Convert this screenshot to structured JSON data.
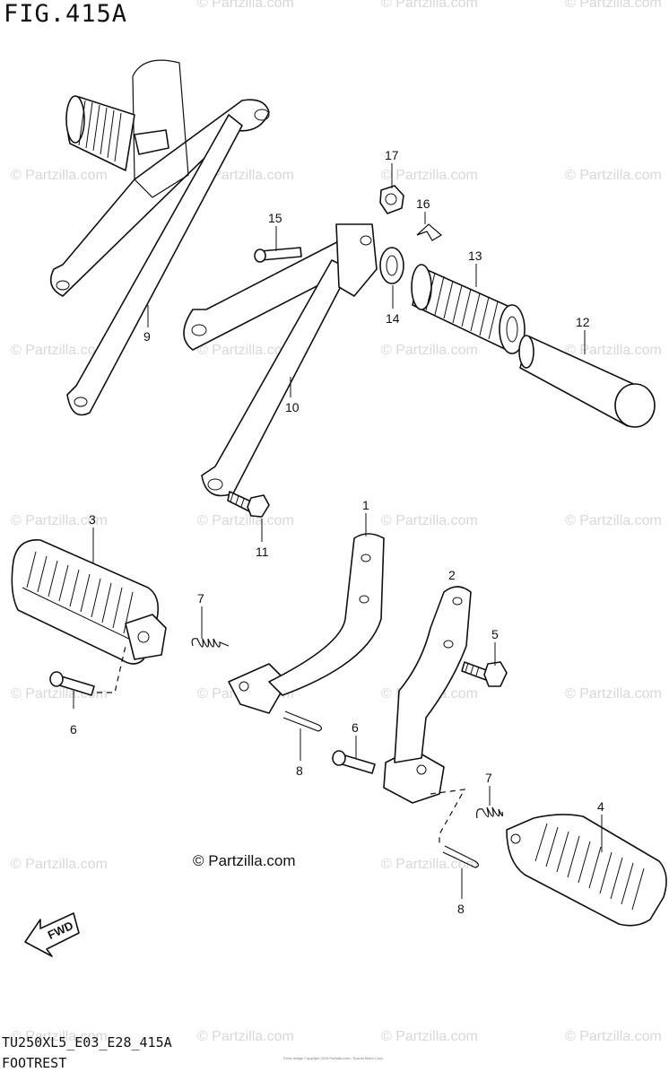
{
  "figure": {
    "title": "FIG.415A",
    "code": "TU250XL5_E03_E28_415A",
    "name": "FOOTREST",
    "copyright": "© Partzilla.com",
    "fine_print": "Fiche Image Copyright 2015 Partzilla.com / Suzuki Motor Corp."
  },
  "watermark": {
    "text": "© Partzilla.com",
    "color": "#d8d8d8"
  },
  "fwd_arrow": {
    "label": "FWD"
  },
  "callouts": [
    {
      "number": "1"
    },
    {
      "number": "2"
    },
    {
      "number": "3"
    },
    {
      "number": "4"
    },
    {
      "number": "5"
    },
    {
      "number": "6"
    },
    {
      "number": "6"
    },
    {
      "number": "7"
    },
    {
      "number": "7"
    },
    {
      "number": "8"
    },
    {
      "number": "8"
    },
    {
      "number": "9"
    },
    {
      "number": "10"
    },
    {
      "number": "11"
    },
    {
      "number": "12"
    },
    {
      "number": "13"
    },
    {
      "number": "14"
    },
    {
      "number": "15"
    },
    {
      "number": "16"
    },
    {
      "number": "17"
    }
  ]
}
